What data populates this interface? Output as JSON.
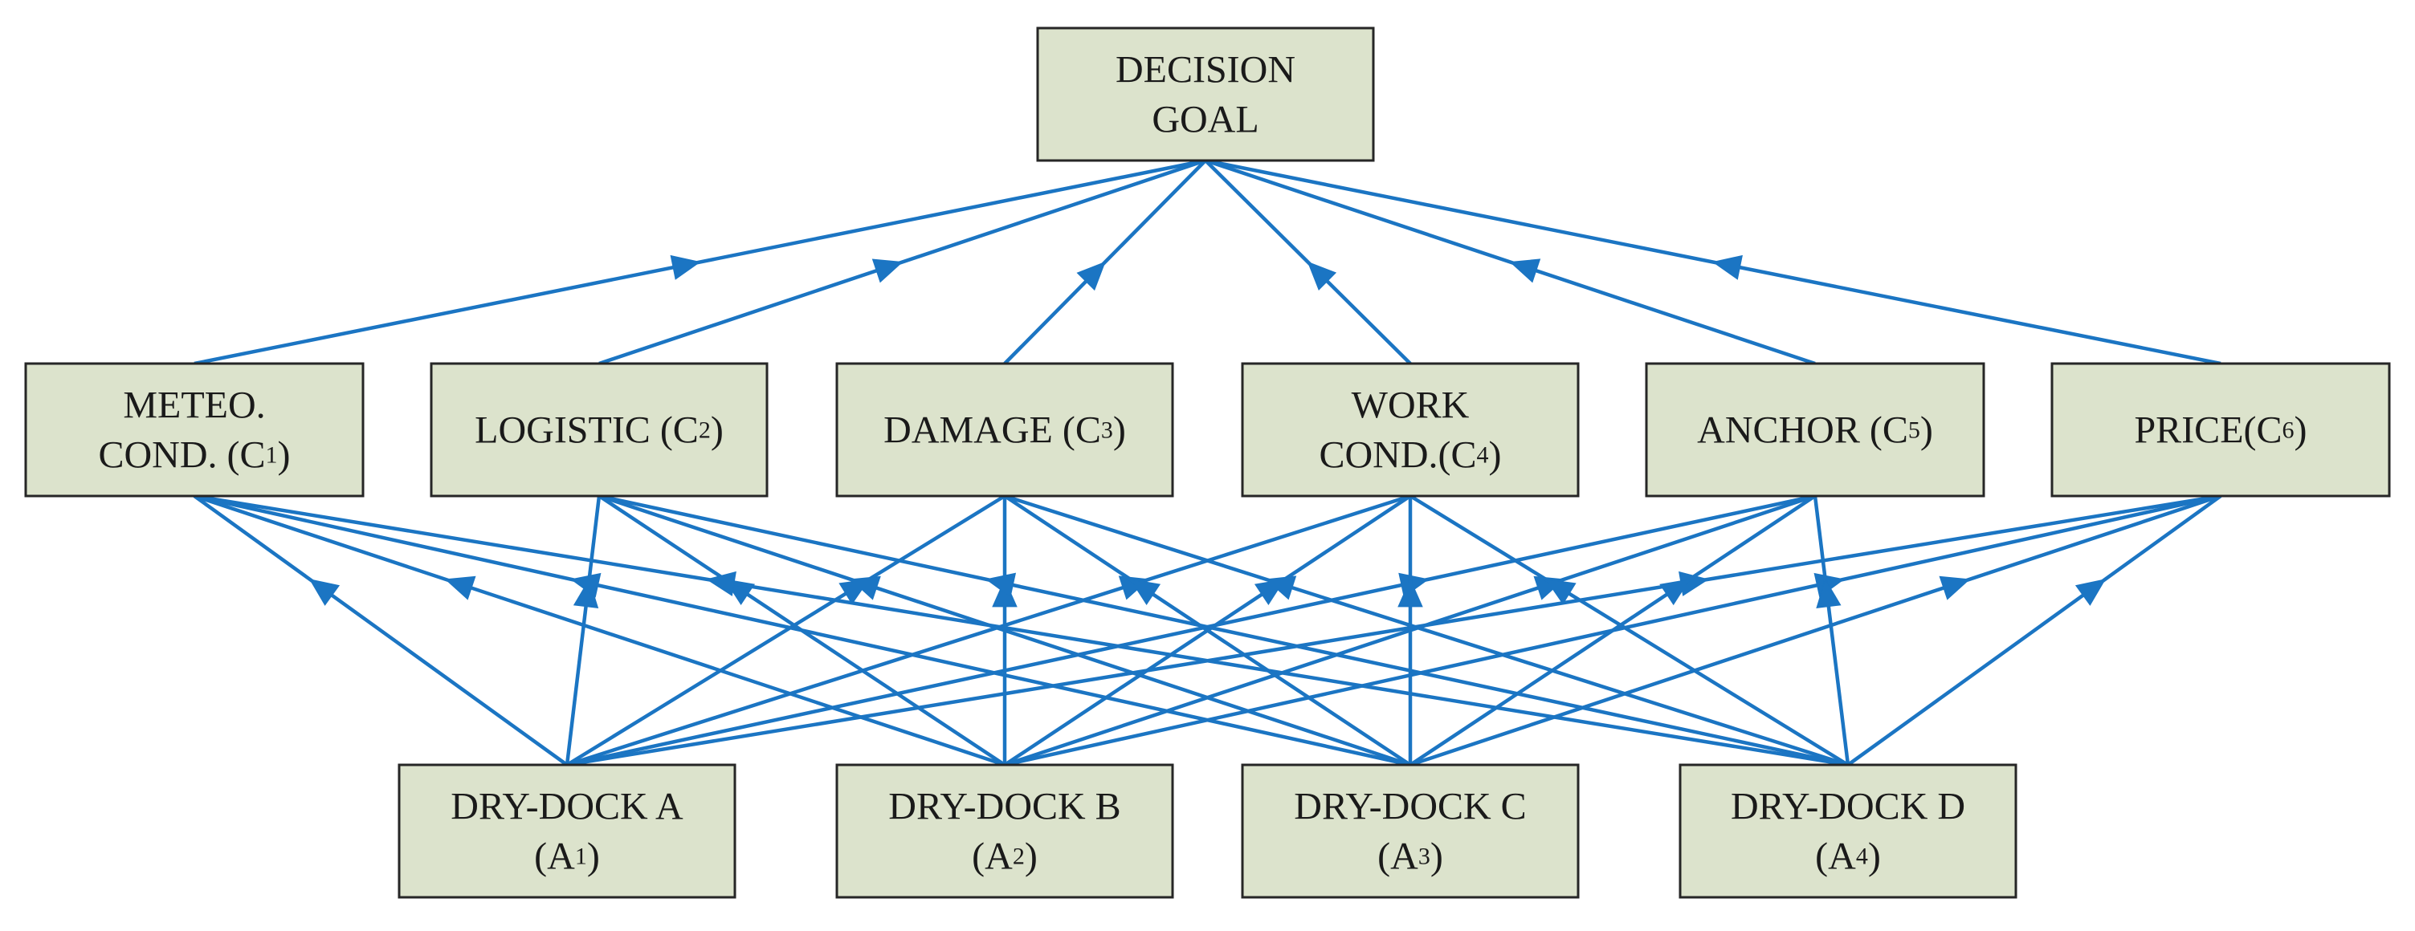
{
  "goal": {
    "id": "goal",
    "lines": [
      [
        {
          "t": "DECISION"
        }
      ],
      [
        {
          "t": "GOAL"
        }
      ]
    ]
  },
  "criteria": [
    {
      "id": "c1",
      "lines": [
        [
          {
            "t": "METEO."
          }
        ],
        [
          {
            "t": "COND. (C"
          },
          {
            "t": "1",
            "sub": true
          },
          {
            "t": ")"
          }
        ]
      ]
    },
    {
      "id": "c2",
      "lines": [
        [
          {
            "t": "LOGISTIC (C"
          },
          {
            "t": "2",
            "sub": true
          },
          {
            "t": ")"
          }
        ]
      ]
    },
    {
      "id": "c3",
      "lines": [
        [
          {
            "t": "DAMAGE (C"
          },
          {
            "t": "3",
            "sub": true
          },
          {
            "t": ")"
          }
        ]
      ]
    },
    {
      "id": "c4",
      "lines": [
        [
          {
            "t": "WORK"
          }
        ],
        [
          {
            "t": "COND.(C"
          },
          {
            "t": "4",
            "sub": true
          },
          {
            "t": ")"
          }
        ]
      ]
    },
    {
      "id": "c5",
      "lines": [
        [
          {
            "t": "ANCHOR (C"
          },
          {
            "t": "5",
            "sub": true
          },
          {
            "t": ")"
          }
        ]
      ]
    },
    {
      "id": "c6",
      "lines": [
        [
          {
            "t": "PRICE(C"
          },
          {
            "t": "6",
            "sub": true
          },
          {
            "t": ")"
          }
        ]
      ]
    }
  ],
  "alternatives": [
    {
      "id": "a1",
      "lines": [
        [
          {
            "t": "DRY-DOCK A"
          }
        ],
        [
          {
            "t": "(A"
          },
          {
            "t": "1",
            "sub": true
          },
          {
            "t": ")"
          }
        ]
      ]
    },
    {
      "id": "a2",
      "lines": [
        [
          {
            "t": "DRY-DOCK B"
          }
        ],
        [
          {
            "t": "(A"
          },
          {
            "t": "2",
            "sub": true
          },
          {
            "t": ")"
          }
        ]
      ]
    },
    {
      "id": "a3",
      "lines": [
        [
          {
            "t": "DRY-DOCK C"
          }
        ],
        [
          {
            "t": "(A"
          },
          {
            "t": "3",
            "sub": true
          },
          {
            "t": ")"
          }
        ]
      ]
    },
    {
      "id": "a4",
      "lines": [
        [
          {
            "t": "DRY-DOCK D"
          }
        ],
        [
          {
            "t": "(A"
          },
          {
            "t": "4",
            "sub": true
          },
          {
            "t": ")"
          }
        ]
      ]
    }
  ],
  "edges_goal_criteria": [
    {
      "from": "c1",
      "to": "goal"
    },
    {
      "from": "c2",
      "to": "goal"
    },
    {
      "from": "c3",
      "to": "goal"
    },
    {
      "from": "c4",
      "to": "goal"
    },
    {
      "from": "c5",
      "to": "goal"
    },
    {
      "from": "c6",
      "to": "goal"
    }
  ],
  "edges_alternatives_criteria": {
    "from": [
      "a1",
      "a2",
      "a3",
      "a4"
    ],
    "to": [
      "c1",
      "c2",
      "c3",
      "c4",
      "c5",
      "c6"
    ]
  },
  "colors": {
    "box_fill": "#dce3cc",
    "box_border": "#262626",
    "edge": "#1b75c3",
    "text": "#1a1a1a"
  }
}
